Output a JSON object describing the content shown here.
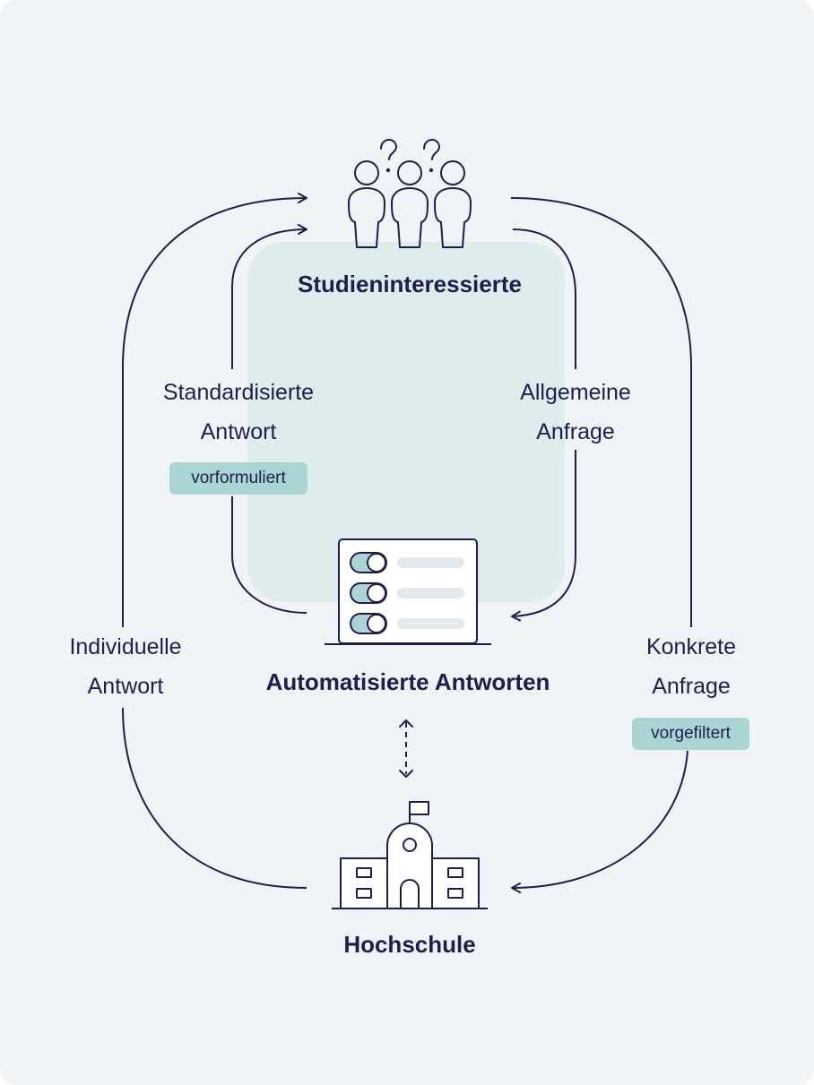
{
  "nodes": {
    "top": {
      "title": "Studieninteressierte"
    },
    "middle": {
      "title": "Automatisierte Antworten"
    },
    "bottom": {
      "title": "Hochschule"
    }
  },
  "edges": {
    "standard": {
      "line1": "Standardisierte",
      "line2": "Antwort",
      "badge": "vorformuliert"
    },
    "allgemein": {
      "line1": "Allgemeine",
      "line2": "Anfrage"
    },
    "individuell": {
      "line1": "Individuelle",
      "line2": "Antwort"
    },
    "konkret": {
      "line1": "Konkrete",
      "line2": "Anfrage",
      "badge": "vorgefiltert"
    }
  },
  "colors": {
    "ink": "#1f1d4f",
    "background": "#f1f4f6",
    "highlight": "#dcedec",
    "badge": "#a9d6d3",
    "bar": "#e3e8ec"
  }
}
